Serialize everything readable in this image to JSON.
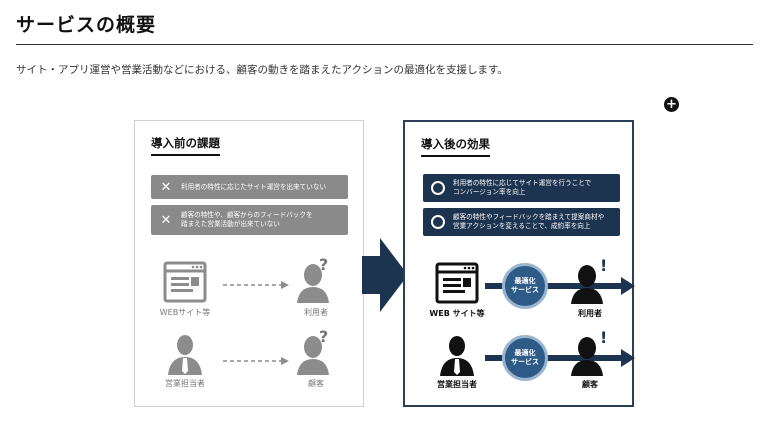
{
  "page": {
    "title": "サービスの概要",
    "description": "サイト・アプリ運営や営業活動などにおける、顧客の動きを踏まえたアクションの最適化を支援します。",
    "expand_symbol": "+"
  },
  "before": {
    "title": "導入前の課題",
    "issue_mark": "✕",
    "issues": [
      "利用者の特性に応じたサイト運営を出来ていない",
      "顧客の特性や、顧客からのフィードバックを\n踏まえた営業活動が出来ていない"
    ],
    "row1": {
      "source": "WEBサイト等",
      "target": "利用者"
    },
    "row2": {
      "source": "営業担当者",
      "target": "顧客"
    },
    "question_mark": "?"
  },
  "after": {
    "title": "導入後の効果",
    "effects": [
      "利用者の特性に応じてサイト運営を行うことで\nコンバージョン率を向上",
      "顧客の特性やフィードバックを踏まえて提案商材や\n営業アクションを変えることで、成約率を向上"
    ],
    "row1": {
      "source": "WEB サイト等",
      "service": "最適化\nサービス",
      "target": "利用者"
    },
    "row2": {
      "source": "営業担当者",
      "service": "最適化\nサービス",
      "target": "顧客"
    },
    "exclaim_mark": "!"
  },
  "icons": {
    "expand": "plus-circle-icon",
    "issue": "cross-icon",
    "effect": "circle-outline-icon",
    "website": "browser-window-icon",
    "person": "person-silhouette-icon",
    "businessperson": "businessperson-icon",
    "arrow": "right-arrow-icon"
  },
  "colors": {
    "navy": "#1d3450",
    "gray_box": "#8a8a8a",
    "gray_icon": "#8c8c8c",
    "bubble": "#2d5a86"
  }
}
